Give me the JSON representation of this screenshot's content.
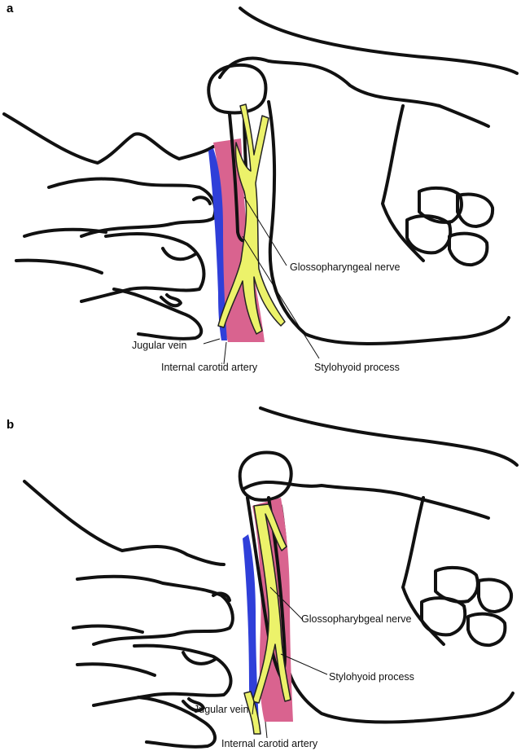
{
  "panels": [
    {
      "letter": "a",
      "labels": {
        "glossopharyngeal": "Glossopharyngeal nerve",
        "jugular": "Jugular vein",
        "carotid": "Internal carotid artery",
        "stylohyoid": "Stylohyoid process"
      }
    },
    {
      "letter": "b",
      "labels": {
        "glossopharyngeal": "Glossopharybgeal nerve",
        "jugular": "Jugular vein",
        "carotid": "Internal carotid artery",
        "stylohyoid": "Stylohyoid process"
      }
    }
  ],
  "colors": {
    "nerve": "#ecf26a",
    "artery": "#d9638f",
    "vein": "#2f3fd9",
    "ink": "#111111"
  }
}
